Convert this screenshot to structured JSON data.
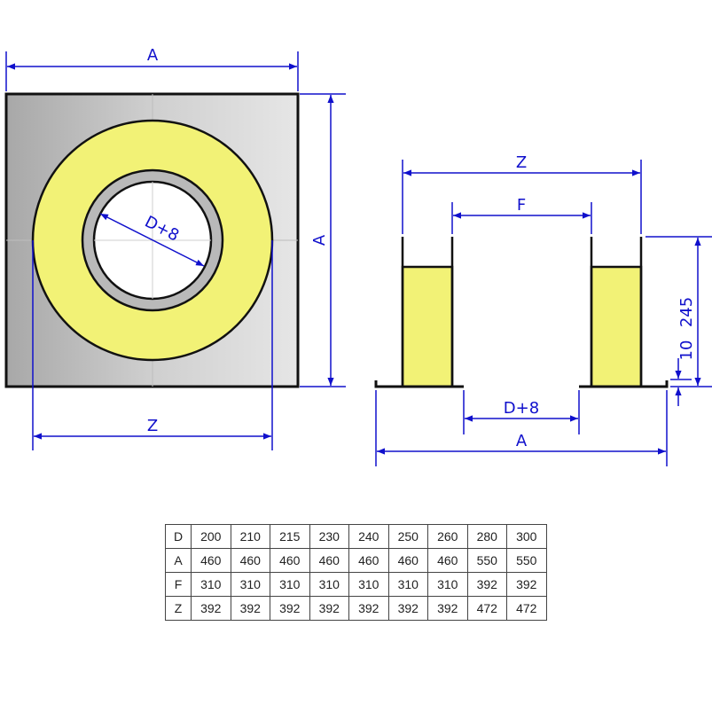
{
  "drawing": {
    "top_view": {
      "width_label": "A",
      "height_label": "A",
      "bottom_label": "Z",
      "bore_label": "D+8"
    },
    "side_view": {
      "top_outer_label": "Z",
      "top_inner_label": "F",
      "bottom_inner_label": "D+8",
      "bottom_outer_label": "A",
      "height_label": "245",
      "flange_label": "10"
    },
    "colors": {
      "dimension": "#1010cc",
      "insulation": "#f2f276",
      "plate_light": "#e6e6e6",
      "plate_dark": "#a8a8a8",
      "outline": "#111111"
    }
  },
  "table": {
    "rows": [
      {
        "label": "D",
        "values": [
          "200",
          "210",
          "215",
          "230",
          "240",
          "250",
          "260",
          "280",
          "300"
        ]
      },
      {
        "label": "A",
        "values": [
          "460",
          "460",
          "460",
          "460",
          "460",
          "460",
          "460",
          "550",
          "550"
        ]
      },
      {
        "label": "F",
        "values": [
          "310",
          "310",
          "310",
          "310",
          "310",
          "310",
          "310",
          "392",
          "392"
        ]
      },
      {
        "label": "Z",
        "values": [
          "392",
          "392",
          "392",
          "392",
          "392",
          "392",
          "392",
          "472",
          "472"
        ]
      }
    ]
  }
}
